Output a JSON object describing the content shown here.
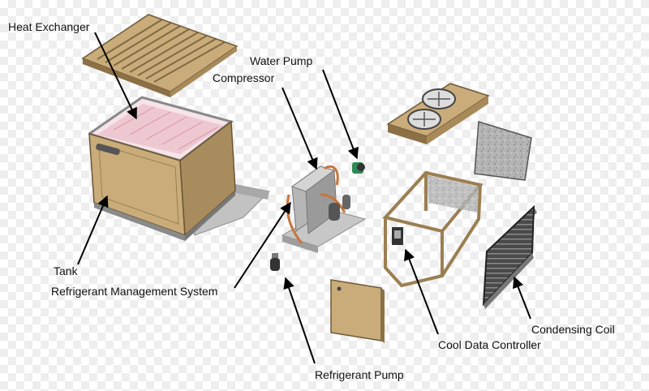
{
  "labels": {
    "heat_exchanger": "Heat Exchanger",
    "water_pump": "Water Pump",
    "compressor": "Compressor",
    "tank": "Tank",
    "refrigerant_management_system": "Refrigerant Management System",
    "condensing_coil": "Condensing Coil",
    "cool_data_controller": "Cool Data Controller",
    "refrigerant_pump": "Refrigerant Pump"
  },
  "colors": {
    "panel_tan": "#c9ac7a",
    "panel_dark": "#8c7046",
    "steel": "#b9b9b9",
    "coil_dark": "#3f3f3f",
    "arrow": "#000000",
    "pink_tubes": "#e6a9b6"
  }
}
